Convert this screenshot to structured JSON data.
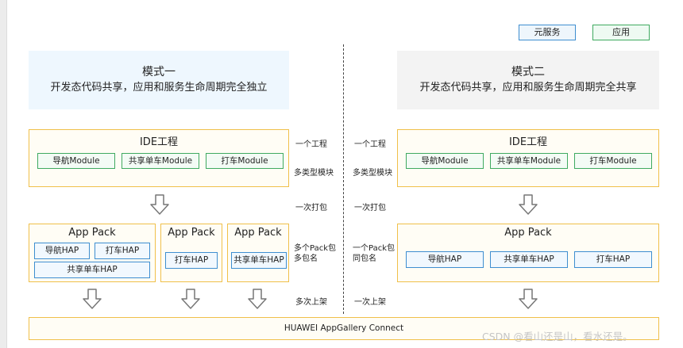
{
  "legend": {
    "service": "元服务",
    "app": "应用"
  },
  "mode1": {
    "title": "模式一",
    "subtitle": "开发态代码共享，应用和服务生命周期完全独立"
  },
  "mode2": {
    "title": "模式二",
    "subtitle": "开发态代码共享，应用和服务生命周期完全共享"
  },
  "left": {
    "ide_title": "IDE工程",
    "modules": [
      "导航Module",
      "共享单车Module",
      "打车Module"
    ],
    "packs": [
      {
        "title": "App Pack",
        "haps": [
          "导航HAP",
          "打车HAP",
          "共享单车HAP"
        ]
      },
      {
        "title": "App Pack",
        "haps": [
          "打车HAP"
        ]
      },
      {
        "title": "App Pack",
        "haps": [
          "共享单车HAP"
        ]
      }
    ]
  },
  "right": {
    "ide_title": "IDE工程",
    "modules": [
      "导航Module",
      "共享单车Module",
      "打车Module"
    ],
    "pack": {
      "title": "App Pack",
      "haps": [
        "导航HAP",
        "共享单车HAP",
        "打车HAP"
      ]
    }
  },
  "notes_left": {
    "project": "一个工程",
    "module_types": "多类型模块",
    "pack_once": "一次打包",
    "multi_pack": "多个Pack包",
    "multi_name": "多包名",
    "publish": "多次上架"
  },
  "notes_right": {
    "project": "一个工程",
    "module_types": "多类型模块",
    "pack_once": "一次打包",
    "one_pack": "一个Pack包",
    "same_name": "同包名",
    "publish": "一次上架"
  },
  "gallery": "HUAWEI AppGallery Connect",
  "watermark": "CSDN @看山还是山，看水还是。"
}
